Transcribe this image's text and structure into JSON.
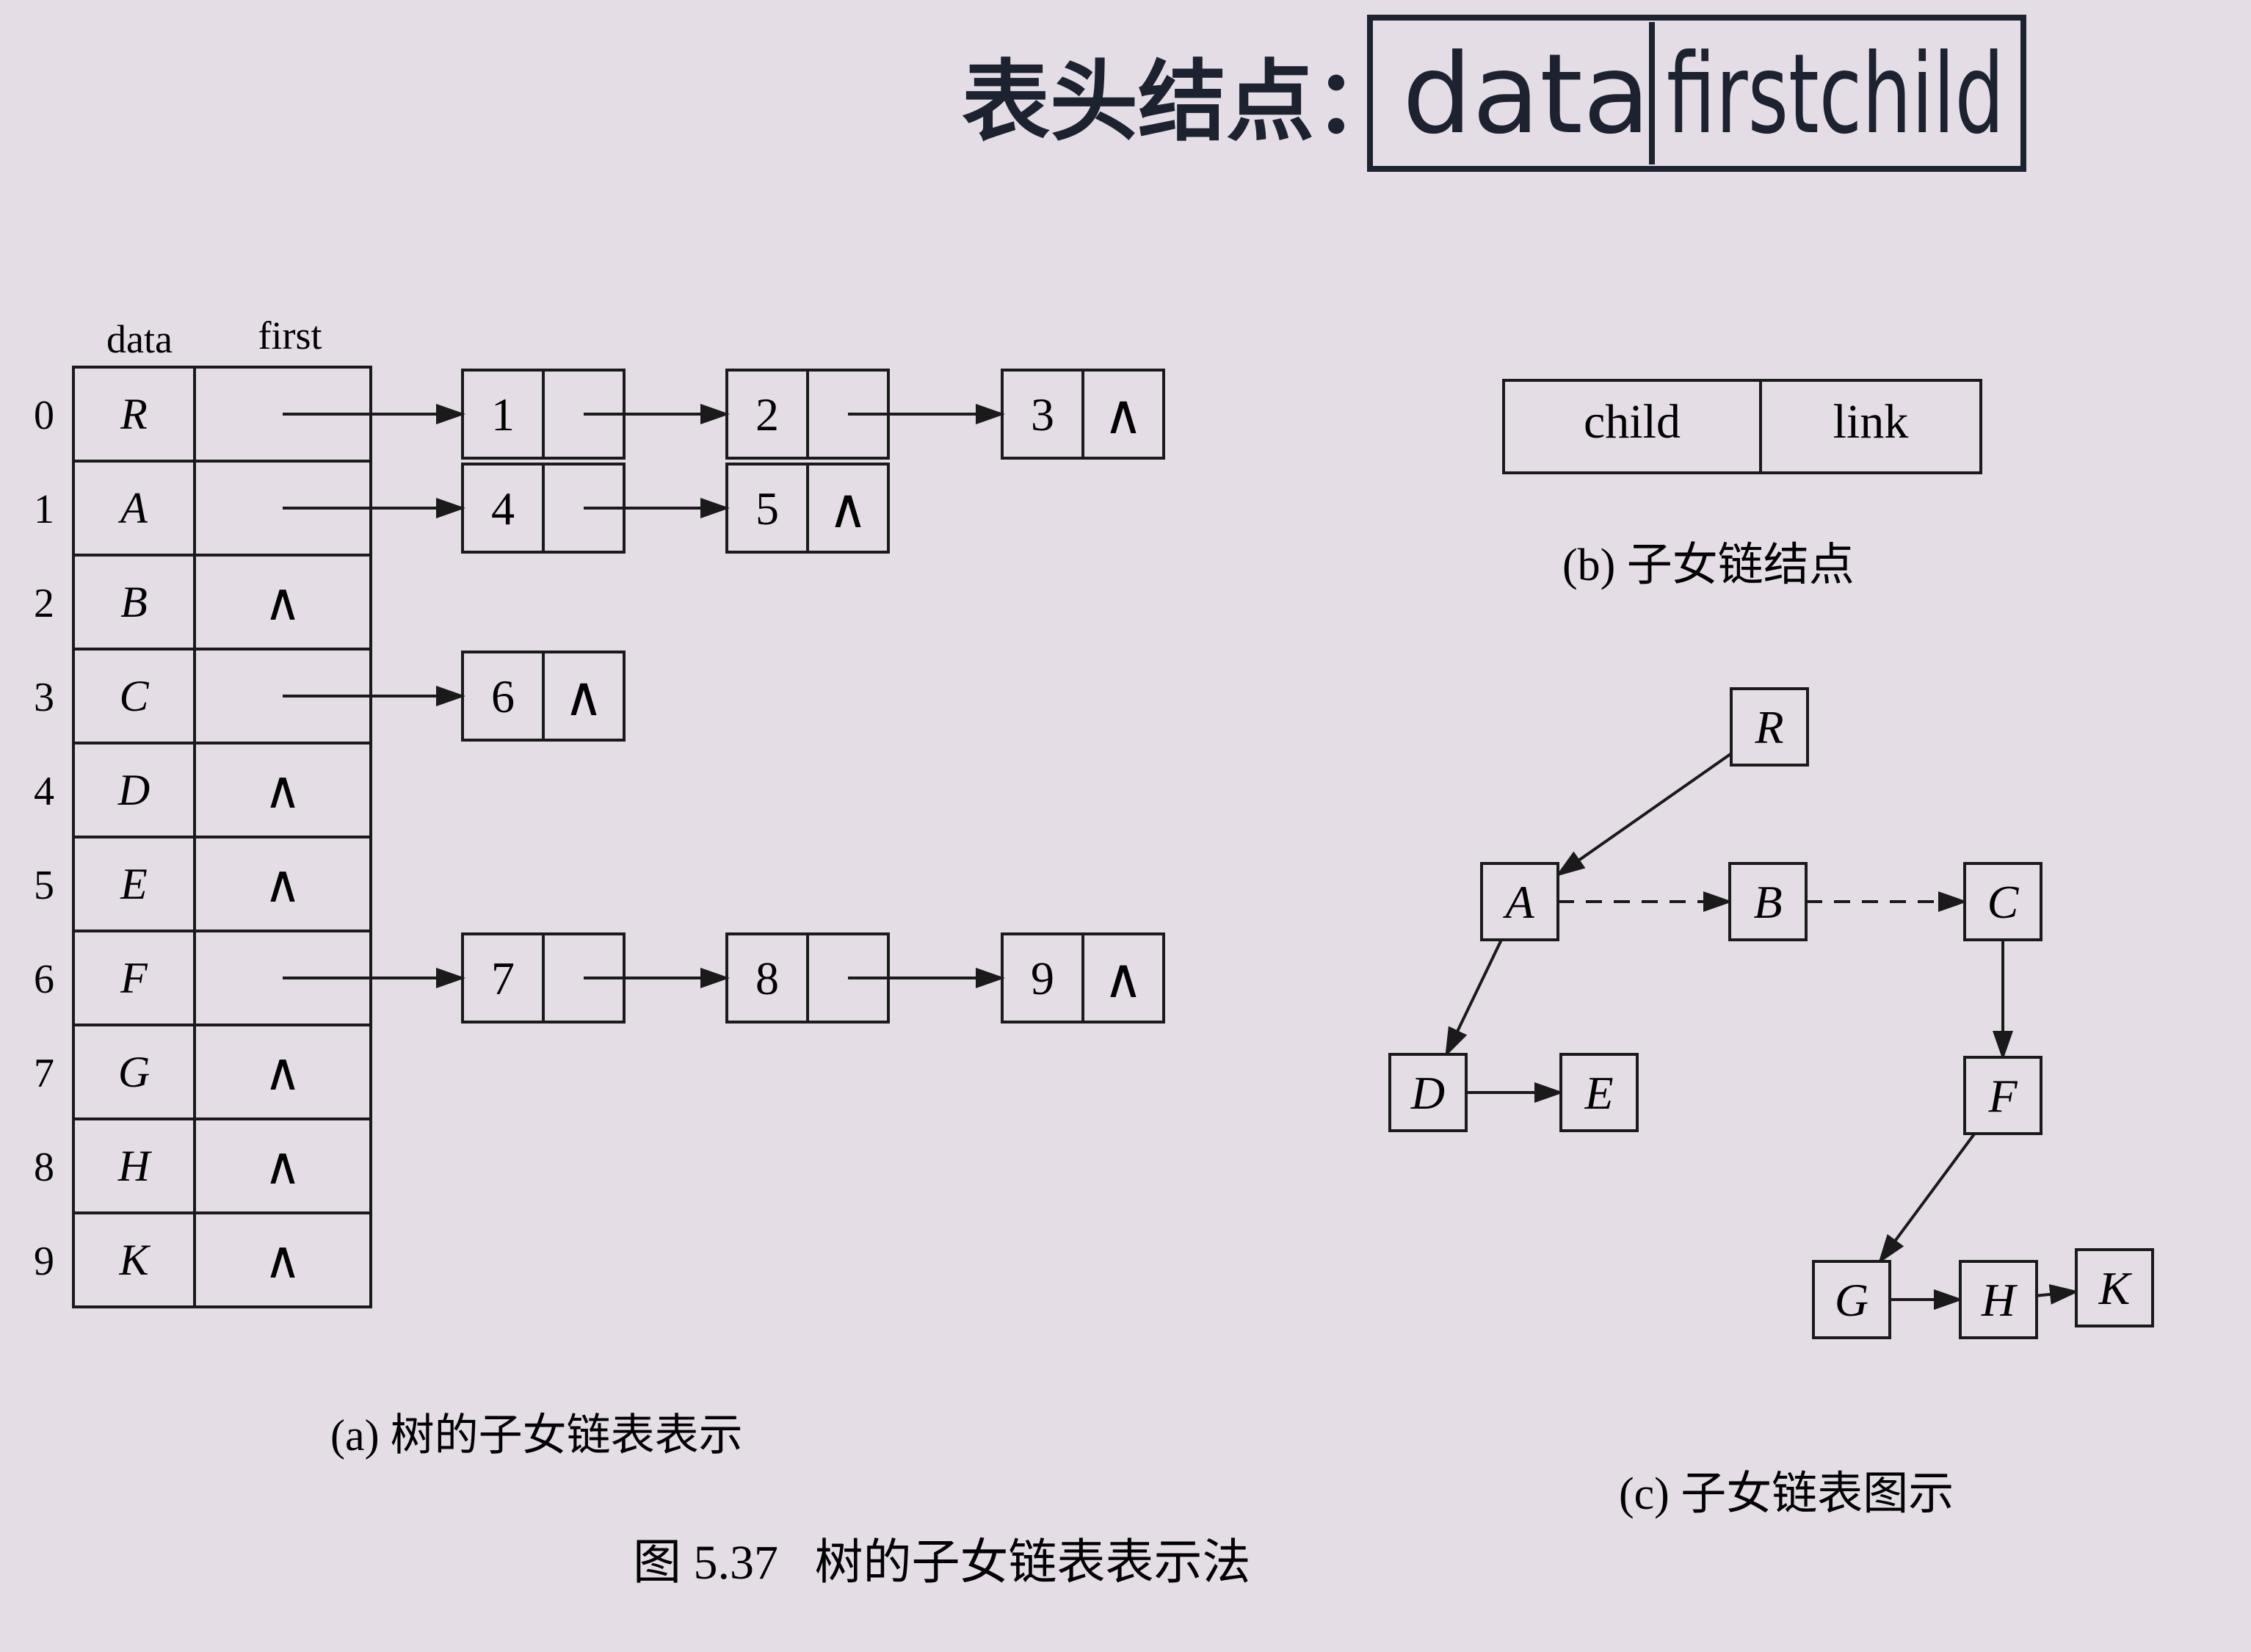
{
  "handwritten": {
    "label": "表头结点：",
    "fields": [
      "data",
      "firstchild"
    ]
  },
  "part_a": {
    "col_headers": [
      "data",
      "first"
    ],
    "rows": [
      {
        "index": "0",
        "data": "R",
        "first": ""
      },
      {
        "index": "1",
        "data": "A",
        "first": ""
      },
      {
        "index": "2",
        "data": "B",
        "first": "∧"
      },
      {
        "index": "3",
        "data": "C",
        "first": ""
      },
      {
        "index": "4",
        "data": "D",
        "first": "∧"
      },
      {
        "index": "5",
        "data": "E",
        "first": "∧"
      },
      {
        "index": "6",
        "data": "F",
        "first": ""
      },
      {
        "index": "7",
        "data": "G",
        "first": "∧"
      },
      {
        "index": "8",
        "data": "H",
        "first": "∧"
      },
      {
        "index": "9",
        "data": "K",
        "first": "∧"
      }
    ],
    "chains": [
      {
        "row": "0",
        "nodes": [
          {
            "child": "1",
            "link": ""
          },
          {
            "child": "2",
            "link": ""
          },
          {
            "child": "3",
            "link": "∧"
          }
        ]
      },
      {
        "row": "1",
        "nodes": [
          {
            "child": "4",
            "link": ""
          },
          {
            "child": "5",
            "link": "∧"
          }
        ]
      },
      {
        "row": "3",
        "nodes": [
          {
            "child": "6",
            "link": "∧"
          }
        ]
      },
      {
        "row": "6",
        "nodes": [
          {
            "child": "7",
            "link": ""
          },
          {
            "child": "8",
            "link": ""
          },
          {
            "child": "9",
            "link": "∧"
          }
        ]
      }
    ],
    "caption": "(a) 树的子女链表表示"
  },
  "part_b": {
    "fields": [
      "child",
      "link"
    ],
    "caption": "(b) 子女链结点"
  },
  "part_c": {
    "nodes": [
      "R",
      "A",
      "B",
      "C",
      "D",
      "E",
      "F",
      "G",
      "H",
      "K"
    ],
    "edges": [
      {
        "from": "R",
        "to": "A",
        "style": "solid"
      },
      {
        "from": "A",
        "to": "B",
        "style": "dashed"
      },
      {
        "from": "B",
        "to": "C",
        "style": "dashed"
      },
      {
        "from": "A",
        "to": "D",
        "style": "solid"
      },
      {
        "from": "D",
        "to": "E",
        "style": "solid"
      },
      {
        "from": "C",
        "to": "F",
        "style": "solid"
      },
      {
        "from": "F",
        "to": "G",
        "style": "solid"
      },
      {
        "from": "G",
        "to": "H",
        "style": "solid"
      },
      {
        "from": "H",
        "to": "K",
        "style": "solid"
      }
    ],
    "caption": "(c) 子女链表图示"
  },
  "figure_caption": "图 5.37   树的子女链表表示法"
}
